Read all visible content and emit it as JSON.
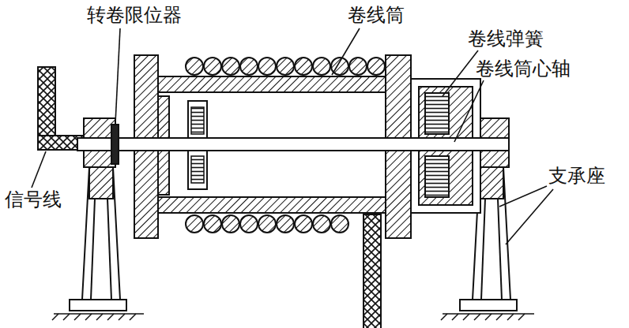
{
  "diagram": {
    "labels": [
      "转卷限位器",
      "卷线筒",
      "卷线弹簧",
      "卷线筒心轴",
      "支承座",
      "信号线"
    ]
  }
}
